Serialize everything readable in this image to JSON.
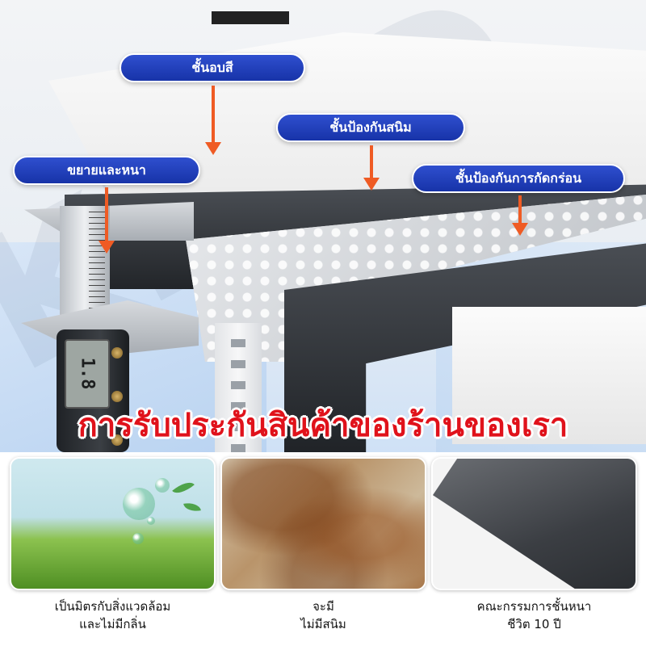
{
  "labels": {
    "paint_layer": "ชั้นอบสี",
    "rust_layer": "ชั้นป้องกันสนิม",
    "thickness": "ขยายและหนา",
    "corrosion_layer": "ชั้นป้องกันการกัดกร่อน"
  },
  "caliper": {
    "reading": "1.8"
  },
  "headline": "การรับประกันสินค้าของร้านของเรา",
  "features": [
    {
      "line1": "เป็นมิตรกับสิ่งแวดล้อม",
      "line2": "และไม่มีกลิ่น"
    },
    {
      "line1": "จะมี",
      "line2": "ไม่มีสนิม"
    },
    {
      "line1": "คณะกรรมการชั้นหนา",
      "line2": "ชีวิต 10 ปี"
    }
  ],
  "colors": {
    "pill": "#1e3bb8",
    "arrow": "#ef5b24",
    "headline": "#e0121b"
  }
}
